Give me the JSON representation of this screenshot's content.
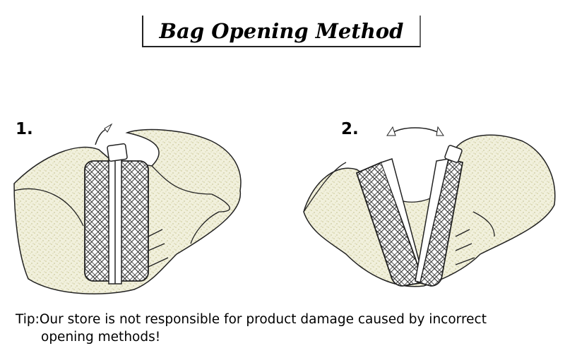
{
  "title": "Bag Opening Method",
  "steps": [
    {
      "label": "1."
    },
    {
      "label": "2."
    }
  ],
  "tip": {
    "line1": "Tip:Our store is not responsible for product damage caused by incorrect",
    "line2": "opening methods!"
  },
  "colors": {
    "hand": "#efeed8",
    "speckle": "#c9c690",
    "line": "#222222"
  }
}
